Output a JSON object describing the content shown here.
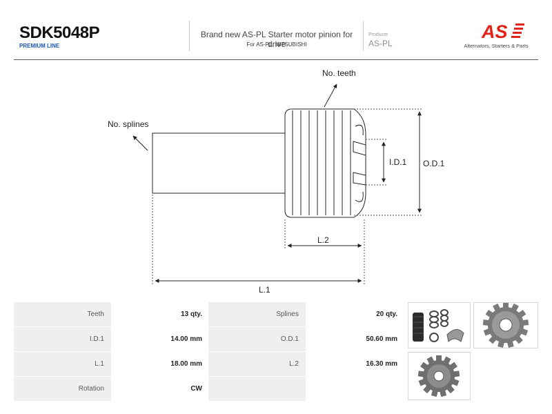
{
  "header": {
    "product_code": "SDK5048P",
    "product_line": "PREMIUM LINE",
    "description": "Brand new AS-PL Starter motor pinion for drive",
    "for_text": "For AS-PL, MITSUBISHI",
    "producer_label": "Producer",
    "producer_value": "AS-PL",
    "logo_text": "AS",
    "tagline": "Alternators, Starters & Parts"
  },
  "diagram": {
    "label_no_teeth": "No. teeth",
    "label_no_splines": "No. splines",
    "label_id1": "I.D.1",
    "label_od1": "O.D.1",
    "label_l2": "L.2",
    "label_l1": "L.1"
  },
  "specs": {
    "rows": [
      {
        "label_a": "Teeth",
        "value_a": "13 qty.",
        "label_b": "Splines",
        "value_b": "20 qty."
      },
      {
        "label_a": "I.D.1",
        "value_a": "14.00 mm",
        "label_b": "O.D.1",
        "value_b": "50.60 mm"
      },
      {
        "label_a": "L.1",
        "value_a": "18.00 mm",
        "label_b": "L.2",
        "value_b": "16.30 mm"
      },
      {
        "label_a": "Rotation",
        "value_a": "CW",
        "label_b": "",
        "value_b": ""
      }
    ]
  },
  "colors": {
    "brand_red": "#e2231a",
    "brand_blue": "#1b56b8",
    "label_bg": "#efefef"
  }
}
